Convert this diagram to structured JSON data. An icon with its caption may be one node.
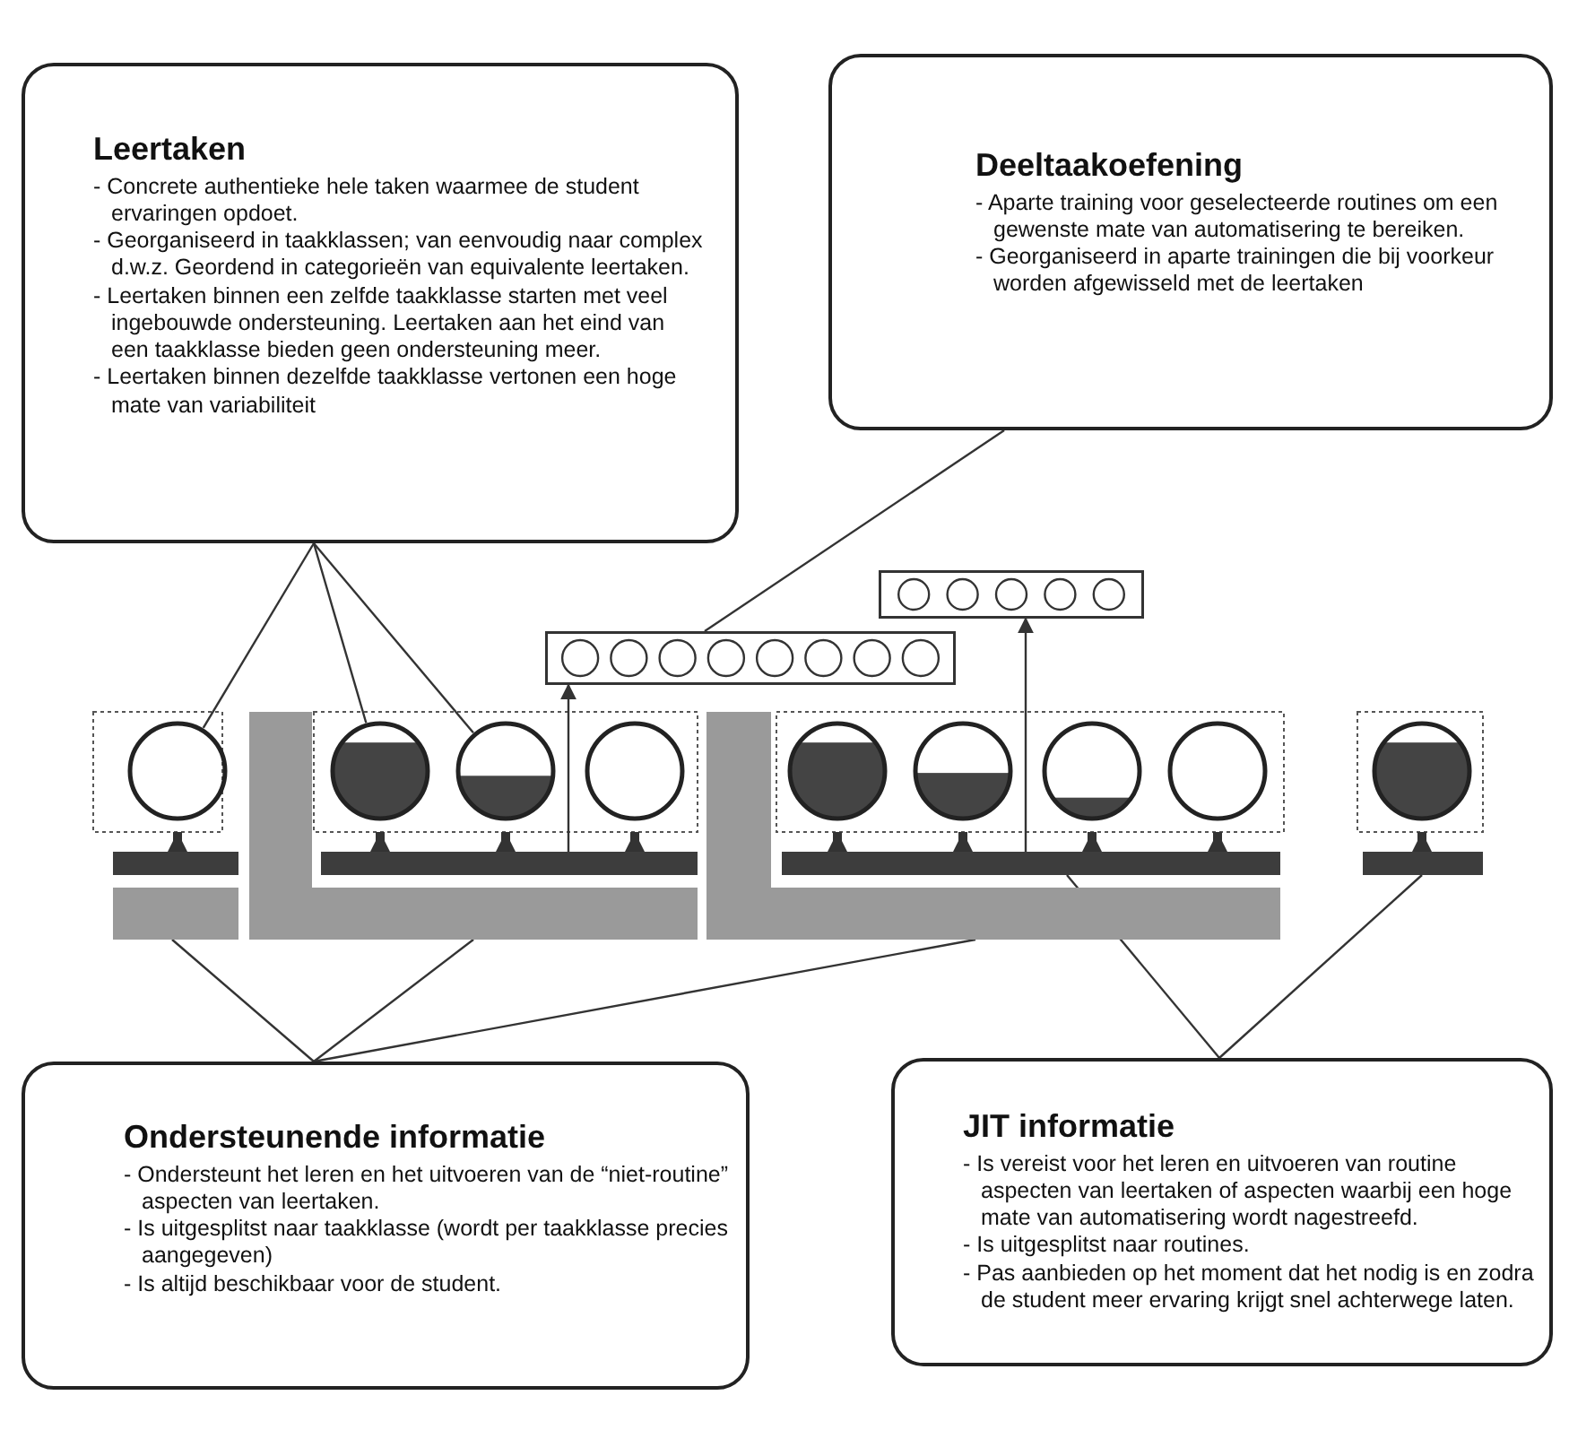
{
  "diagram": {
    "nodes": [
      {
        "text": [
          "Leertaken",
          "- Concrete authentieke hele taken waarmee de student ervaringen opdoet.",
          "- Georganiseerd in taakklassen; van eenvoudig naar complex d.w.z. Geordend in categorieën van equivalente leertaken.",
          "- Leertaken binnen een zelfde taakklasse starten met veel ingebouwde ondersteuning. Leertaken aan het eind van een taakklasse bieden geen ondersteuning meer.",
          "- Leertaken binnen dezelfde taakklasse vertonen een hoge mate van variabiliteit"
        ]
      },
      {
        "text": [
          "Deeltaakoefening",
          "- Aparte training voor geselecteerde routines om een gewenste mate van automatisering te bereiken.",
          "- Georganiseerd in aparte trainingen die bij voorkeur worden afgewisseld met de leertaken"
        ]
      },
      {
        "text": [],
        "shape": "box"
      },
      {
        "text": [],
        "shape": "box"
      },
      {
        "text": [],
        "shape": "circle"
      },
      {
        "text": [],
        "shape": "circle"
      },
      {
        "text": [],
        "shape": "circle"
      },
      {
        "text": [],
        "shape": "circle"
      },
      {
        "text": [],
        "shape": "circle"
      },
      {
        "text": [],
        "shape": "circle"
      },
      {
        "text": [],
        "shape": "circle"
      },
      {
        "text": [],
        "shape": "circle"
      },
      {
        "text": [],
        "shape": "circle"
      },
      {
        "text": [],
        "shape": "bar"
      },
      {
        "text": [],
        "shape": "bar"
      },
      {
        "text": [],
        "shape": "bar"
      },
      {
        "text": [],
        "shape": "bar"
      },
      {
        "text": [],
        "shape": "bar"
      },
      {
        "text": [],
        "shape": "bar"
      },
      {
        "text": [],
        "shape": "bar"
      },
      {
        "text": [
          "Ondersteunende informatie",
          "- Ondersteunt het leren en het uitvoeren van de “niet-routine” aspecten van leertaken.",
          "- Is uitgesplitst naar taakklasse (wordt per taakklasse precies aangegeven)",
          "- Is altijd beschikbaar voor de student."
        ]
      },
      {
        "text": [
          "JIT informatie",
          "- Is vereist voor het leren en uitvoeren van routine aspecten van leertaken of aspecten waarbij een hoge mate van automatisering wordt nagestreefd.",
          "- Is uitgesplitst naar routines.",
          "- Pas aanbieden op het moment dat het nodig is en zodra de student meer ervaring krijgt snel achterwege laten."
        ]
      }
    ],
    "edges": [
      {
        "from": 0,
        "to": 4,
        "arrow": "none"
      },
      {
        "from": 0,
        "to": 5,
        "arrow": "none"
      },
      {
        "from": 0,
        "to": 6,
        "arrow": "none"
      },
      {
        "from": 1,
        "to": 3,
        "arrow": "none"
      },
      {
        "from": 13,
        "to": 4,
        "arrow": "to",
        "style": "thick"
      },
      {
        "from": 14,
        "to": 5,
        "arrow": "to",
        "style": "thick"
      },
      {
        "from": 14,
        "to": 6,
        "arrow": "to",
        "style": "thick"
      },
      {
        "from": 14,
        "to": 7,
        "arrow": "to",
        "style": "thick"
      },
      {
        "from": 15,
        "to": 8,
        "arrow": "to",
        "style": "thick"
      },
      {
        "from": 15,
        "to": 9,
        "arrow": "to",
        "style": "thick"
      },
      {
        "from": 15,
        "to": 10,
        "arrow": "to",
        "style": "thick"
      },
      {
        "from": 15,
        "to": 11,
        "arrow": "to",
        "style": "thick"
      },
      {
        "from": 16,
        "to": 12,
        "arrow": "to",
        "style": "thick"
      },
      {
        "from": 14,
        "to": 3,
        "arrow": "to"
      },
      {
        "from": 15,
        "to": 2,
        "arrow": "to"
      },
      {
        "from": 20,
        "to": 17,
        "arrow": "none"
      },
      {
        "from": 20,
        "to": 18,
        "arrow": "none"
      },
      {
        "from": 20,
        "to": 19,
        "arrow": "none"
      },
      {
        "from": 21,
        "to": 15,
        "arrow": "none"
      },
      {
        "from": 21,
        "to": 16,
        "arrow": "none"
      }
    ]
  }
}
